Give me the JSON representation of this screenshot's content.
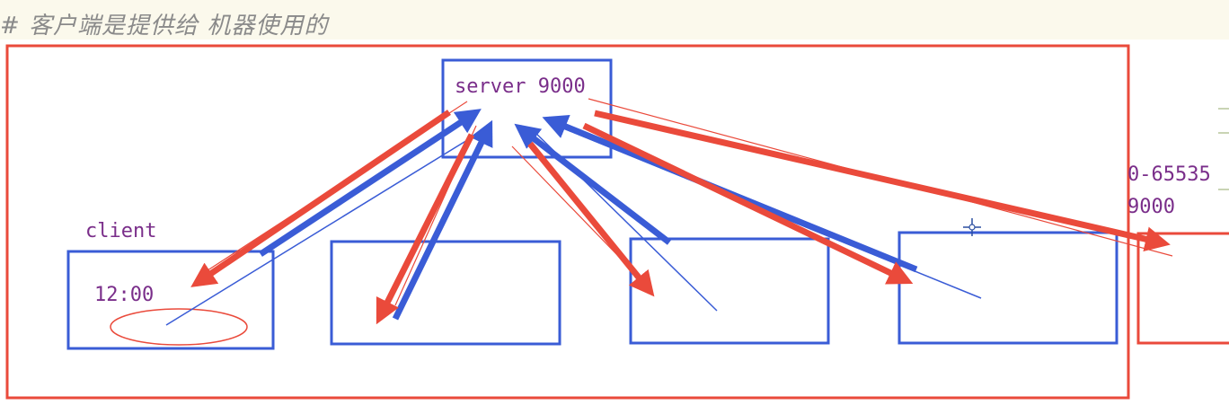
{
  "comment": "# 客户端是提供给 机器使用的",
  "server": {
    "label": "server 9000"
  },
  "client": {
    "label": "client",
    "time": "12:00"
  },
  "ports": {
    "range": "0-65535",
    "port": "9000"
  },
  "colors": {
    "red": "#ea4a3b",
    "blue": "#3a5cd6",
    "label": "#7a2e8a",
    "comment": "#8a8a8a"
  }
}
